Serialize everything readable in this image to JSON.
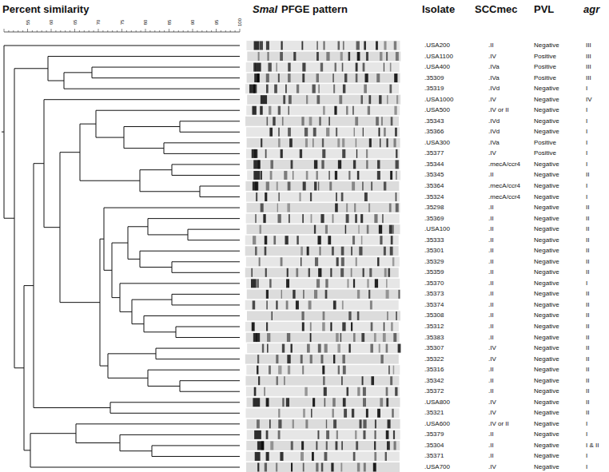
{
  "diagram": {
    "labels": [
      "Percent similarity",
      "SmaI",
      "PFGE pattern",
      "Isolate",
      "SCCmec",
      "PVL",
      "agr",
      "55",
      "60",
      "65",
      "70",
      "75",
      "80",
      "85",
      "90",
      "95",
      "100",
      ".USA200",
      ".II",
      "Negative",
      "III",
      ".USA1100",
      ".IV",
      "Positive",
      "III",
      ".USA400",
      ".IVa",
      "Positive",
      "III",
      ".35309",
      ".IVa",
      "Positive",
      "III",
      ".35319",
      ".IVd",
      "Negative",
      "I",
      ".USA1000",
      ".IV",
      "Negative",
      "IV",
      ".USA500",
      ".IV or II",
      "Negative",
      "I",
      ".35343",
      ".IVd",
      "Negative",
      "I",
      ".35366",
      ".IVd",
      "Negative",
      "I",
      ".USA300",
      ".IVa",
      "Positive",
      "I",
      ".35377",
      ".IV",
      "Positive",
      "I",
      ".35344",
      ".mecA/ccr4",
      "Negative",
      "I",
      ".35345",
      ".II",
      "Negative",
      "II",
      ".35364",
      ".mecA/ccr4",
      "Negative",
      "I",
      ".35324",
      ".mecA/ccr4",
      "Negative",
      "I",
      ".35298",
      ".II",
      "Negative",
      "II",
      ".35369",
      ".II",
      "Negative",
      "II",
      ".USA100",
      ".II",
      "Negative",
      "II",
      ".35333",
      ".II",
      "Negative",
      "II",
      ".35301",
      ".II",
      "Negative",
      "II",
      ".35329",
      ".II",
      "Negative",
      "II",
      ".35359",
      ".II",
      "Negative",
      "II",
      ".35370",
      ".II",
      "Negative",
      "I",
      ".35373",
      ".II",
      "Negative",
      "II",
      ".35374",
      ".II",
      "Negative",
      "II",
      ".35308",
      ".II",
      "Negative",
      "II",
      ".35312",
      ".II",
      "Negative",
      "II",
      ".35383",
      ".II",
      "Negative",
      "II",
      ".35307",
      ".IV",
      "Negative",
      "II",
      ".35322",
      ".IV",
      "Negative",
      "II",
      ".35316",
      ".II",
      "Negative",
      "II",
      ".35342",
      ".II",
      "Negative",
      "II",
      ".35372",
      ".II",
      "Negative",
      "II",
      ".USA800",
      ".IV",
      "Negative",
      "II",
      ".35321",
      ".IV",
      "Negative",
      "II",
      ".USA600",
      ".IV or II",
      "Negative",
      "I",
      ".35379",
      ".II",
      "Negative",
      "I",
      ".35304",
      ".II",
      "Negative",
      "I & II",
      ".35371",
      ".II",
      "Negative",
      "I",
      ".USA700",
      ".IV",
      "Negative",
      "I"
    ]
  }
}
